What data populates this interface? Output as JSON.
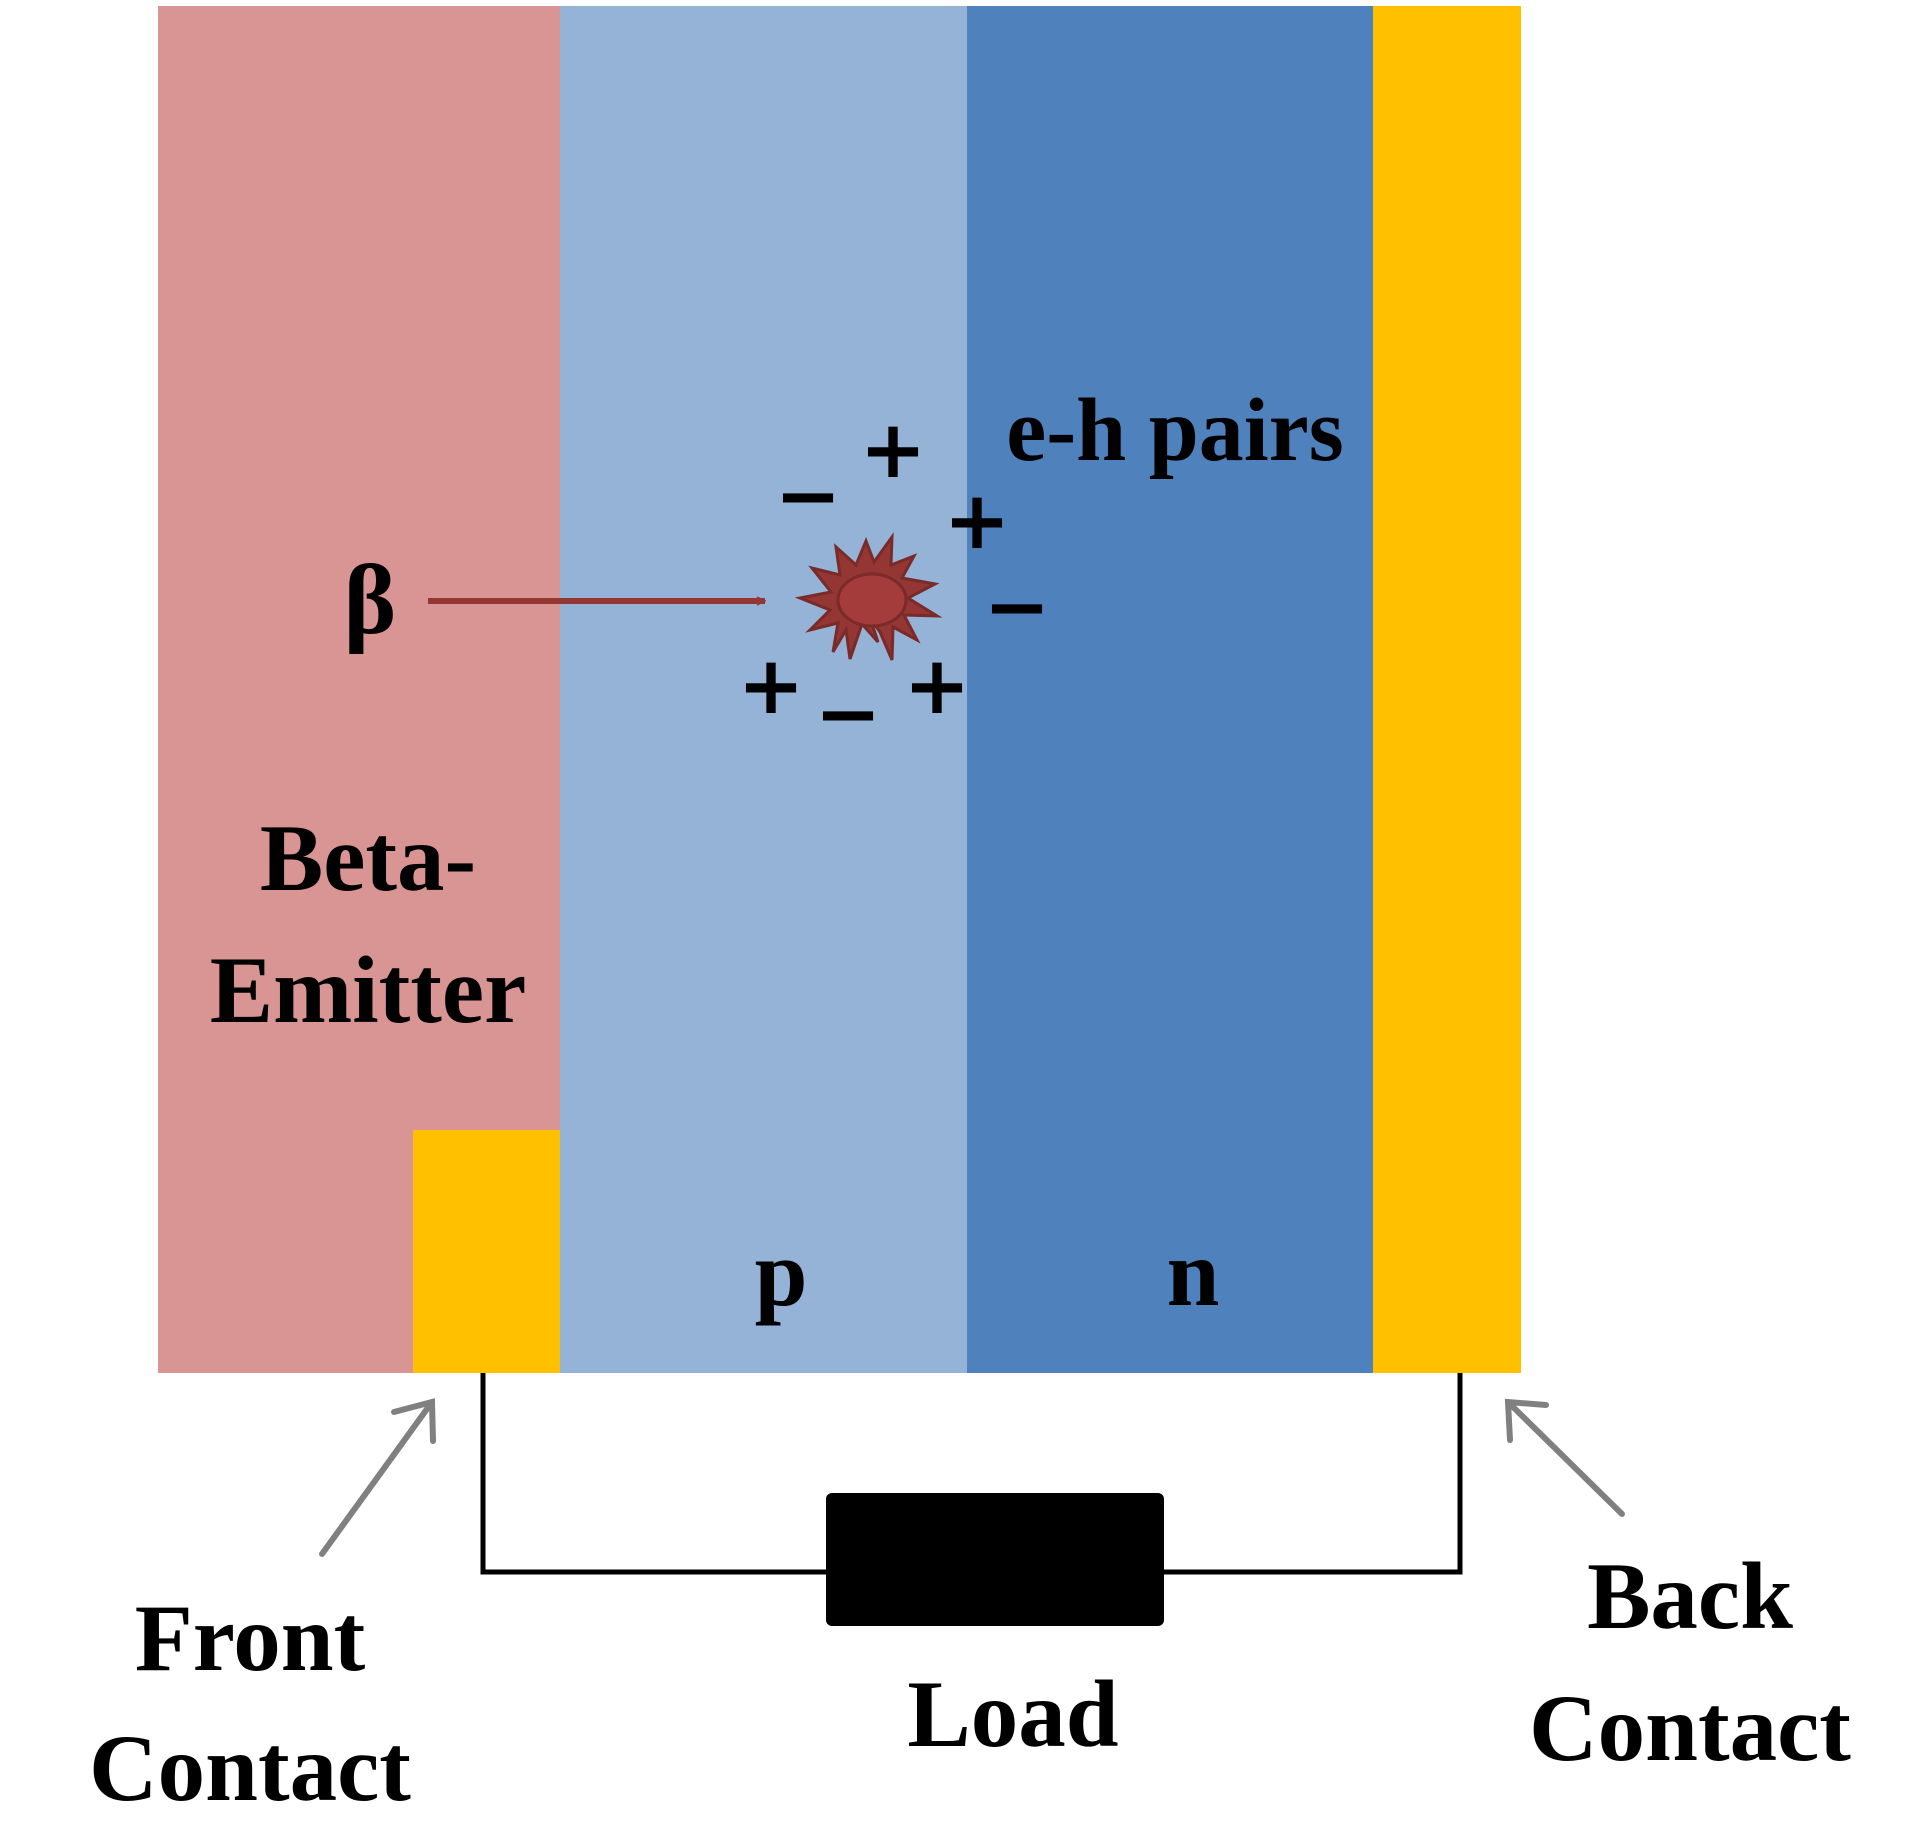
{
  "labels": {
    "beta_symbol": "β",
    "eh_pairs": "e-h pairs",
    "beta_emitter_line1": "Beta-",
    "beta_emitter_line2": "Emitter",
    "p_region": "p",
    "n_region": "n",
    "front_contact_line1": "Front",
    "front_contact_line2": "Contact",
    "back_contact_line1": "Back",
    "back_contact_line2": "Contact",
    "load": "Load"
  },
  "charges": {
    "plus": "+",
    "minus": "−"
  },
  "colors": {
    "beta_emitter": "#d99594",
    "p_region": "#95b3d7",
    "n_region": "#4f81bd",
    "contact": "#ffc000",
    "beta_arrow": "#943634",
    "interaction": "#943634",
    "pointer_arrow": "#808080",
    "wire": "#000000",
    "load": "#000000"
  }
}
